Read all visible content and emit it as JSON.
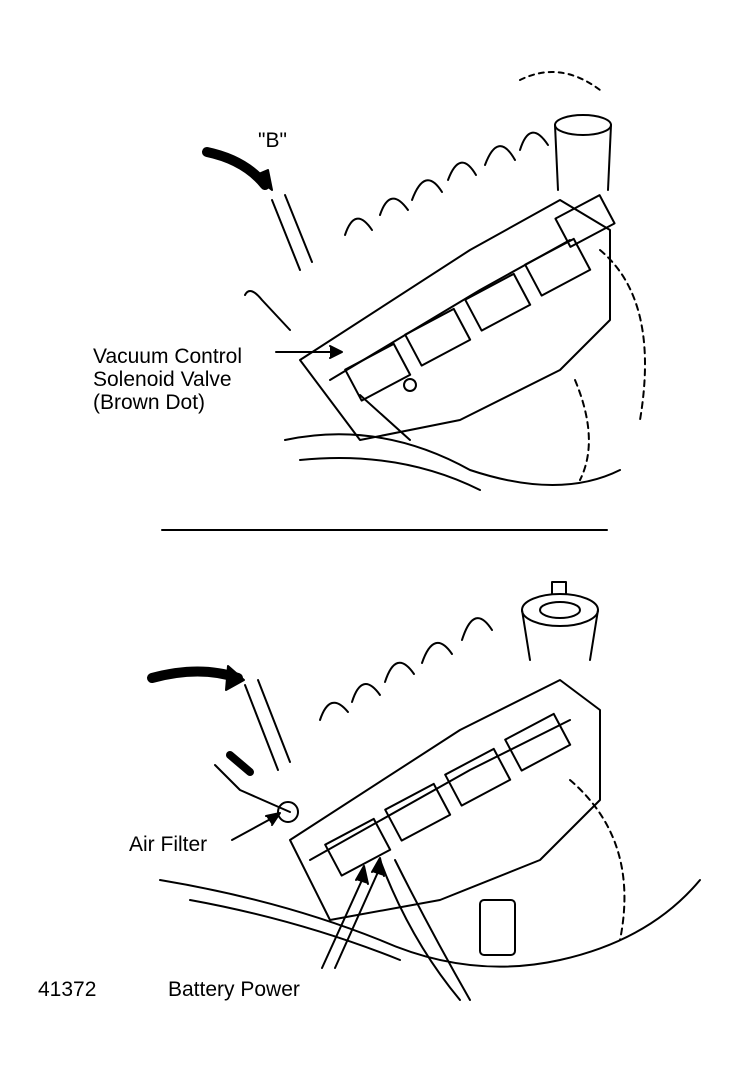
{
  "figure_number": "41372",
  "top_view": {
    "callout_b": "\"B\"",
    "vacuum_label": [
      "Vacuum Control",
      "Solenoid Valve",
      "(Brown Dot)"
    ]
  },
  "bottom_view": {
    "air_filter_label": "Air Filter",
    "battery_label": "Battery Power"
  },
  "colors": {
    "ink": "#000000",
    "paper": "#ffffff"
  }
}
